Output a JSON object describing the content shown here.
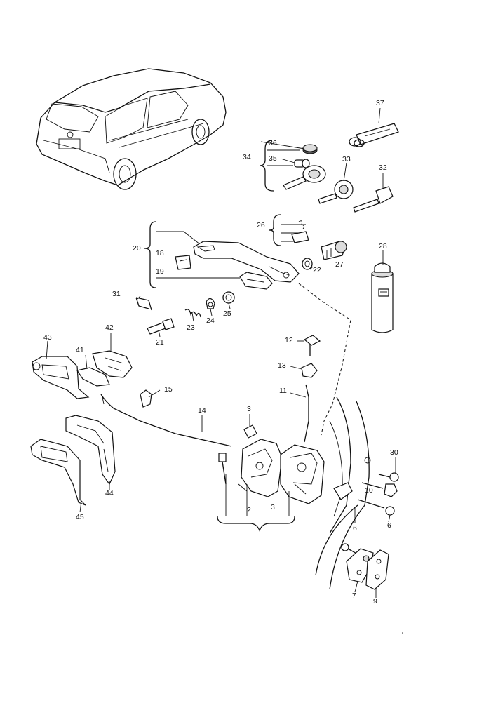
{
  "labels": {
    "l2": "2",
    "l3a": "3",
    "l3b": "3",
    "l6a": "6",
    "l6b": "6",
    "l7": "7",
    "l9": "9",
    "l10": "10",
    "l11": "11",
    "l12": "12",
    "l13": "13",
    "l14": "14",
    "l15": "15",
    "l18": "18",
    "l19": "19",
    "l20": "20",
    "l21": "21",
    "l22": "22",
    "l23": "23",
    "l24": "24",
    "l25": "25",
    "l26": "26",
    "l27": "27",
    "l28": "28",
    "l30": "30",
    "l31": "31",
    "l32": "32",
    "l33": "33",
    "l34": "34",
    "l35": "35",
    "l36": "36",
    "l37": "37",
    "l41": "41",
    "l42": "42",
    "l43": "43",
    "l44": "44",
    "l45": "45"
  }
}
